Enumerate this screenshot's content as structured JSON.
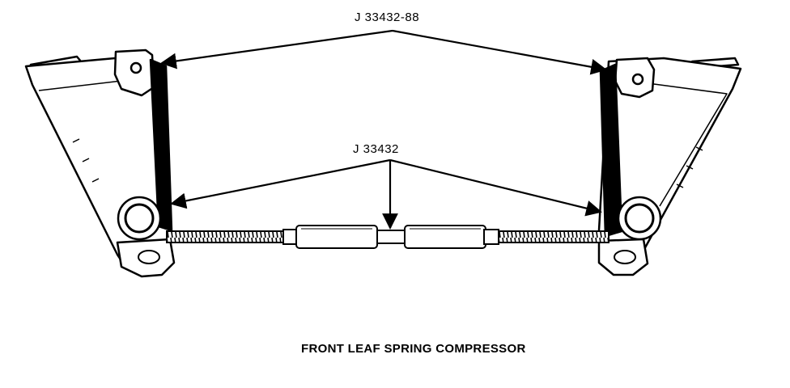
{
  "labels": {
    "upper_tool": "J  33432-88",
    "lower_tool": "J  33432"
  },
  "caption": "FRONT LEAF SPRING COMPRESSOR"
}
